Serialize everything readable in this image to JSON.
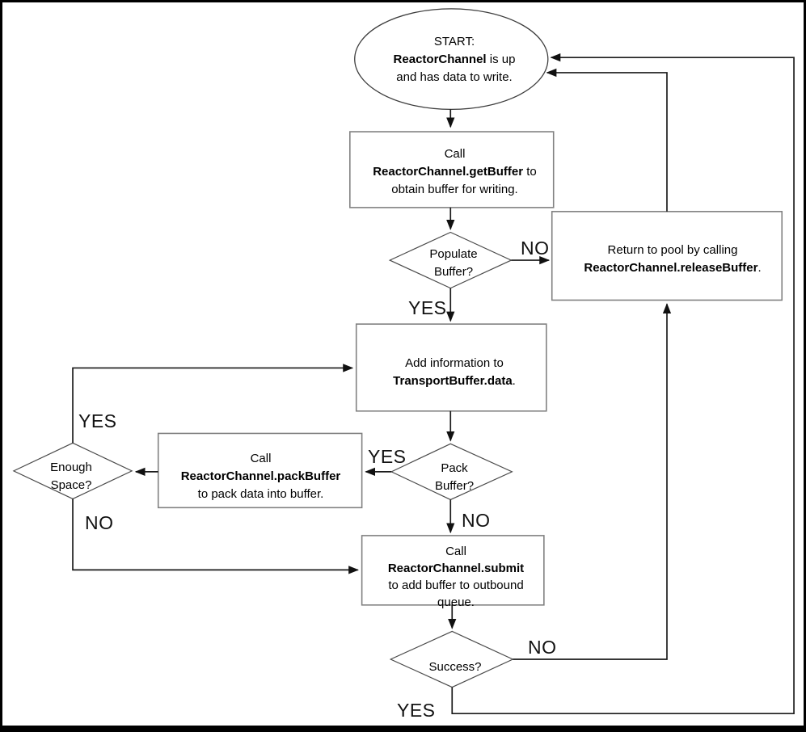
{
  "nodes": {
    "start": {
      "line1": "START:",
      "line2_bold": "ReactorChannel",
      "line2_rest": " is up",
      "line3": "and has data to write."
    },
    "get_buffer": {
      "line1": "Call",
      "line2_bold": "ReactorChannel.getBuffer",
      "line2_rest": " to",
      "line3": "obtain buffer for writing."
    },
    "populate": {
      "line1": "Populate",
      "line2": "Buffer?"
    },
    "release": {
      "line1": "Return to pool by calling",
      "line2_bold": "ReactorChannel.releaseBuffer",
      "line2_rest": "."
    },
    "add_info": {
      "line1": "Add information to",
      "line2_bold": "TransportBuffer.data",
      "line2_rest": "."
    },
    "pack": {
      "line1": "Pack",
      "line2": "Buffer?"
    },
    "pack_call": {
      "line1": "Call",
      "line2_bold": "ReactorChannel.packBuffer",
      "line3": "to pack data into buffer."
    },
    "enough_space": {
      "line1": "Enough",
      "line2": "Space?"
    },
    "submit": {
      "line1": "Call",
      "line2_bold": "ReactorChannel.submit",
      "line3": "to add buffer to outbound",
      "line4": "queue."
    },
    "success": {
      "line1": "Success?"
    }
  },
  "edge_labels": {
    "populate_no": "NO",
    "populate_yes": "YES",
    "pack_yes": "YES",
    "pack_no": "NO",
    "enough_yes": "YES",
    "enough_no": "NO",
    "success_no": "NO",
    "success_yes": "YES"
  },
  "colors": {
    "line": "#1a1a1a",
    "box_border": "#808080",
    "diamond_border": "#404040",
    "background": "#ffffff",
    "text": "#000000"
  }
}
